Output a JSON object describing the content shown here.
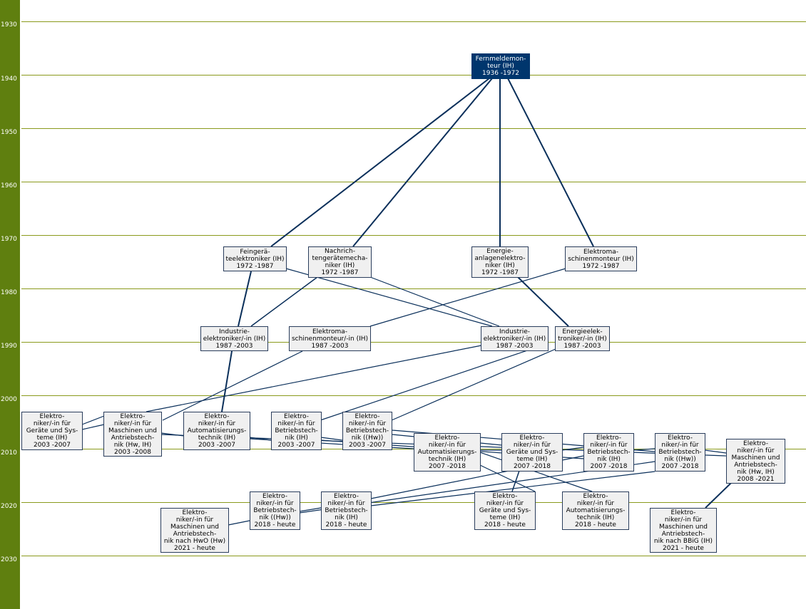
{
  "axis": {
    "years": [
      "1930",
      "1940",
      "1950",
      "1960",
      "1970",
      "1980",
      "1990",
      "2000",
      "2010",
      "2020",
      "2030"
    ]
  },
  "colors": {
    "axis_bar": "#5f7f0f",
    "gridline": "#8a9a1c",
    "node_fill": "#f0f0f0",
    "root_fill": "#00366d",
    "connector": "#0a2f5a"
  },
  "nodes": {
    "fernmeldemonteur": {
      "lines": [
        "Fernmeldemon-",
        "teur (IH)",
        "1936 -1972"
      ]
    },
    "feingeraeteelektroniker_1972": {
      "lines": [
        "Feingerä-",
        "teelektroniker (IH)",
        "1972 -1987"
      ]
    },
    "nachrichtengeraetemechaniker_1972": {
      "lines": [
        "Nachrich-",
        "tengerätemecha-",
        "niker (IH)",
        "1972 -1987"
      ]
    },
    "energieanlagenelektroniker_1972": {
      "lines": [
        "Energie-",
        "anlagenelektro-",
        "niker (IH)",
        "1972 -1987"
      ]
    },
    "elektromaschinenmonteur_1972": {
      "lines": [
        "Elektroma-",
        "schinenmonteur (IH)",
        "1972 -1987"
      ]
    },
    "industrieelektroniker_a_1987": {
      "lines": [
        "Industrie-",
        "elektroniker/-in (IH)",
        "1987 -2003"
      ]
    },
    "elektromaschinenmonteur_1987": {
      "lines": [
        "Elektroma-",
        "schinenmonteur/-in (IH)",
        "1987 -2003"
      ]
    },
    "industrieelektroniker_b_1987": {
      "lines": [
        "Industrie-",
        "elektroniker/-in (IH)",
        "1987 -2003"
      ]
    },
    "energieelektroniker_1987": {
      "lines": [
        "Energieelek-",
        "troniker/-in (IH)",
        "1987 -2003"
      ]
    },
    "geraete_systeme_2003": {
      "lines": [
        "Elektro-",
        "niker/-in für",
        "Geräte und Sys-",
        "teme (IH)",
        "2003 -2007"
      ]
    },
    "maschinen_antrieb_2003": {
      "lines": [
        "Elektro-",
        "niker/-in für",
        "Maschinen und",
        "Antriebstech-",
        "nik (Hw, IH)",
        "2003 -2008"
      ]
    },
    "automatisierung_2003": {
      "lines": [
        "Elektro-",
        "niker/-in für",
        "Automatisierungs-",
        "technik (IH)",
        "2003 -2007"
      ]
    },
    "betriebstechnik_ih_2003": {
      "lines": [
        "Elektro-",
        "niker/-in für",
        "Betriebstech-",
        "nik (IH)",
        "2003 -2007"
      ]
    },
    "betriebstechnik_hw_2003": {
      "lines": [
        "Elektro-",
        "niker/-in für",
        "Betriebstech-",
        "nik ((Hw))",
        "2003 -2007"
      ]
    },
    "automatisierung_2007": {
      "lines": [
        "Elektro-",
        "niker/-in für",
        "Automatisierungs-",
        "technik (IH)",
        "2007 -2018"
      ]
    },
    "geraete_systeme_2007": {
      "lines": [
        "Elektro-",
        "niker/-in für",
        "Geräte und Sys-",
        "teme (IH)",
        "2007 -2018"
      ]
    },
    "betriebstechnik_ih_2007": {
      "lines": [
        "Elektro-",
        "niker/-in für",
        "Betriebstech-",
        "nik (IH)",
        "2007 -2018"
      ]
    },
    "betriebstechnik_hw_2007": {
      "lines": [
        "Elektro-",
        "niker/-in für",
        "Betriebstech-",
        "nik ((Hw))",
        "2007 -2018"
      ]
    },
    "maschinen_antrieb_2008": {
      "lines": [
        "Elektro-",
        "niker/-in für",
        "Maschinen und",
        "Antriebstech-",
        "nik (Hw, IH)",
        "2008 -2021"
      ]
    },
    "maschinen_antrieb_hwo_2021": {
      "lines": [
        "Elektro-",
        "niker/-in für",
        "Maschinen und",
        "Antriebstech-",
        "nik nach HwO (Hw)",
        "2021 - heute"
      ]
    },
    "betriebstechnik_hw_2018": {
      "lines": [
        "Elektro-",
        "niker/-in  für",
        "Betriebstech-",
        "nik ((Hw))",
        "2018 - heute"
      ]
    },
    "betriebstechnik_ih_2018": {
      "lines": [
        "Elektro-",
        "niker/-in  für",
        "Betriebstech-",
        "nik (IH)",
        "2018 - heute"
      ]
    },
    "geraete_systeme_2018": {
      "lines": [
        "Elektro-",
        "niker/-in für",
        "Geräte und Sys-",
        "teme (IH)",
        "2018 - heute"
      ]
    },
    "automatisierung_2018": {
      "lines": [
        "Elektro-",
        "niker/-in für",
        "Automatisierungs-",
        "technik (IH)",
        "2018 - heute"
      ]
    },
    "maschinen_antrieb_bbig_2021": {
      "lines": [
        "Elektro-",
        "niker/-in für",
        "Maschinen und",
        "Antriebstech-",
        "nik nach BBiG (IH)",
        "2021 - heute"
      ]
    }
  }
}
